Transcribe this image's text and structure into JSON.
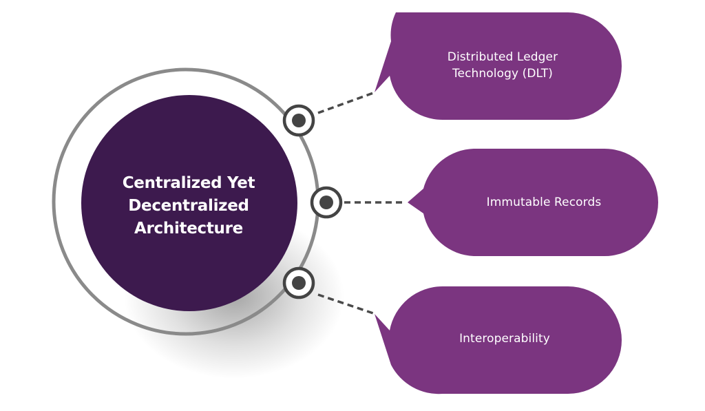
{
  "center": {
    "title_lines": [
      "Centralized Yet",
      "Decentralized",
      "Architecture"
    ]
  },
  "nodes": [
    {
      "id": "dlt",
      "lines": [
        "Distributed Ledger",
        "Technology (DLT)"
      ]
    },
    {
      "id": "immutable",
      "lines": [
        "Immutable Records"
      ]
    },
    {
      "id": "interop",
      "lines": [
        "Interoperability"
      ]
    }
  ],
  "colors": {
    "center_fill": "#3d1a4e",
    "bubble_fill": "#7b3580",
    "ring": "#8a8a8a",
    "connector": "#4a4a4a",
    "node_dot": "#444444"
  }
}
